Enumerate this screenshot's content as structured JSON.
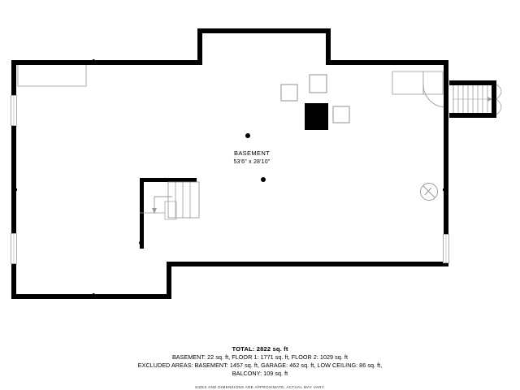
{
  "plan": {
    "room": {
      "name": "BASEMENT",
      "dimensions": "53'6\" x 28'10\""
    },
    "icons": {
      "interior_stair": "stair-down-icon",
      "exterior_stair": "exterior-stair-icon",
      "door_swing": "door-swing-icon",
      "utility_marker": "utility-slash-circle-icon",
      "column_marker": "column-dot-icon",
      "window": "window-opening-icon",
      "mechanical_unit": "mechanical-unit-icon"
    },
    "colors": {
      "wall": "#000000",
      "background": "#ffffff",
      "thin_line": "#9a9a9a",
      "label_text": "#000000"
    }
  },
  "summary": {
    "total": "TOTAL: 2822 sq. ft",
    "breakdown": "BASEMENT: 22 sq. ft, FLOOR 1: 1771 sq. ft, FLOOR 2: 1029 sq. ft",
    "excluded": "EXCLUDED AREAS: BASEMENT: 1457 sq. ft, GARAGE: 462 sq. ft, LOW CEILING: 86 sq. ft,",
    "excluded_cont": "BALCONY: 109 sq. ft",
    "disclaimer": "SIZES AND DIMENSIONS ARE APPROXIMATE, ACTUAL MAY VARY."
  }
}
